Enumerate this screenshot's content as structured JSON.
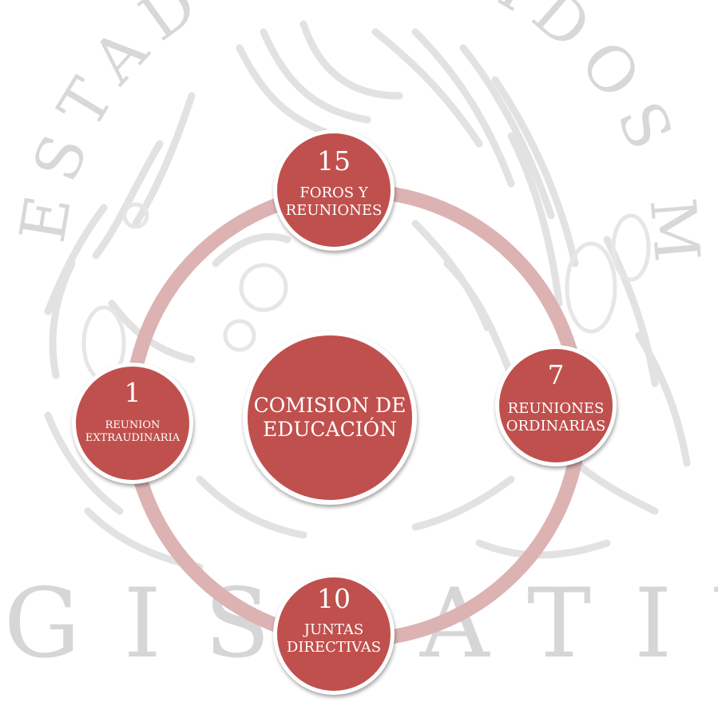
{
  "diagram": {
    "center": {
      "label": "COMISION DE EDUCACIÓN"
    },
    "nodes": {
      "top": {
        "number": "15",
        "label": "FOROS Y REUNIONES"
      },
      "right": {
        "number": "7",
        "label": "REUNIONES ORDINARIAS"
      },
      "bottom": {
        "number": "10",
        "label": "JUNTAS DIRECTIVAS"
      },
      "left": {
        "number": "1",
        "label": "REUNION EXTRAUDINARIA"
      }
    }
  },
  "background": {
    "seal_letters_top": "ESTADOS UNIDOS MEXICANOS",
    "watermark_bottom": "LEGISLATIVA"
  },
  "colors": {
    "node_fill": "#c0504d",
    "ring": "#dcb3b2",
    "node_text": "#ffffff",
    "watermark": "#d6d6d6"
  }
}
